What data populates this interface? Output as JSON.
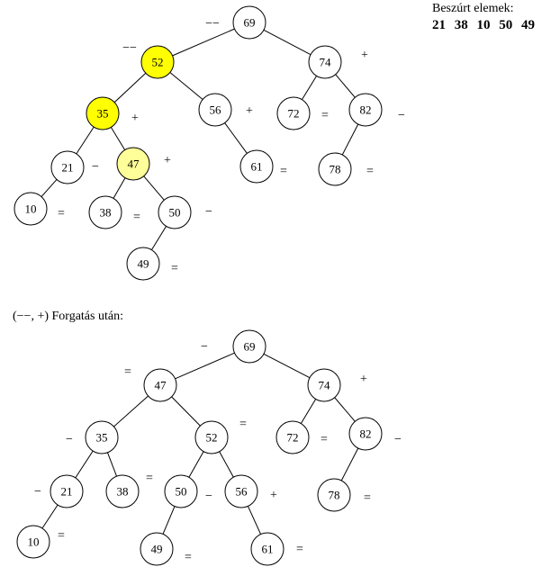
{
  "inserted": {
    "title": "Beszúrt elemek:",
    "values": "21   38   10   50   49"
  },
  "caption": "(−−, +) Forgatás után:",
  "colors": {
    "highlight": "#ffff00",
    "highlight_light": "#ffff99",
    "default": "#ffffff"
  },
  "trees": [
    {
      "name": "before-rotation",
      "nodes": [
        {
          "key": "69",
          "balance": "−−",
          "fill": "#ffffff"
        },
        {
          "key": "52",
          "balance": "−−",
          "fill": "#ffff00"
        },
        {
          "key": "74",
          "balance": "+",
          "fill": "#ffffff"
        },
        {
          "key": "35",
          "balance": "+",
          "fill": "#ffff00"
        },
        {
          "key": "56",
          "balance": "+",
          "fill": "#ffffff"
        },
        {
          "key": "72",
          "balance": "=",
          "fill": "#ffffff"
        },
        {
          "key": "82",
          "balance": "−",
          "fill": "#ffffff"
        },
        {
          "key": "21",
          "balance": "−",
          "fill": "#ffffff"
        },
        {
          "key": "47",
          "balance": "+",
          "fill": "#ffff99"
        },
        {
          "key": "61",
          "balance": "=",
          "fill": "#ffffff"
        },
        {
          "key": "78",
          "balance": "=",
          "fill": "#ffffff"
        },
        {
          "key": "10",
          "balance": "=",
          "fill": "#ffffff"
        },
        {
          "key": "38",
          "balance": "=",
          "fill": "#ffffff"
        },
        {
          "key": "50",
          "balance": "−",
          "fill": "#ffffff"
        },
        {
          "key": "49",
          "balance": "=",
          "fill": "#ffffff"
        }
      ],
      "edges": [
        [
          "69",
          "52"
        ],
        [
          "69",
          "74"
        ],
        [
          "52",
          "35"
        ],
        [
          "52",
          "56"
        ],
        [
          "74",
          "72"
        ],
        [
          "74",
          "82"
        ],
        [
          "35",
          "21"
        ],
        [
          "35",
          "47"
        ],
        [
          "56",
          "61"
        ],
        [
          "82",
          "78"
        ],
        [
          "21",
          "10"
        ],
        [
          "47",
          "38"
        ],
        [
          "47",
          "50"
        ],
        [
          "50",
          "49"
        ]
      ]
    },
    {
      "name": "after-rotation",
      "nodes": [
        {
          "key": "69",
          "balance": "−",
          "fill": "#ffffff"
        },
        {
          "key": "47",
          "balance": "=",
          "fill": "#ffffff"
        },
        {
          "key": "74",
          "balance": "+",
          "fill": "#ffffff"
        },
        {
          "key": "35",
          "balance": "−",
          "fill": "#ffffff"
        },
        {
          "key": "52",
          "balance": "=",
          "fill": "#ffffff"
        },
        {
          "key": "72",
          "balance": "=",
          "fill": "#ffffff"
        },
        {
          "key": "82",
          "balance": "−",
          "fill": "#ffffff"
        },
        {
          "key": "21",
          "balance": "−",
          "fill": "#ffffff"
        },
        {
          "key": "38",
          "balance": "=",
          "fill": "#ffffff"
        },
        {
          "key": "50",
          "balance": "−",
          "fill": "#ffffff"
        },
        {
          "key": "56",
          "balance": "+",
          "fill": "#ffffff"
        },
        {
          "key": "78",
          "balance": "=",
          "fill": "#ffffff"
        },
        {
          "key": "10",
          "balance": "=",
          "fill": "#ffffff"
        },
        {
          "key": "49",
          "balance": "=",
          "fill": "#ffffff"
        },
        {
          "key": "61",
          "balance": "=",
          "fill": "#ffffff"
        }
      ],
      "edges": [
        [
          "69",
          "47"
        ],
        [
          "69",
          "74"
        ],
        [
          "47",
          "35"
        ],
        [
          "47",
          "52"
        ],
        [
          "74",
          "72"
        ],
        [
          "74",
          "82"
        ],
        [
          "35",
          "21"
        ],
        [
          "35",
          "38"
        ],
        [
          "52",
          "50"
        ],
        [
          "52",
          "56"
        ],
        [
          "82",
          "78"
        ],
        [
          "21",
          "10"
        ],
        [
          "50",
          "49"
        ],
        [
          "56",
          "61"
        ]
      ]
    }
  ]
}
